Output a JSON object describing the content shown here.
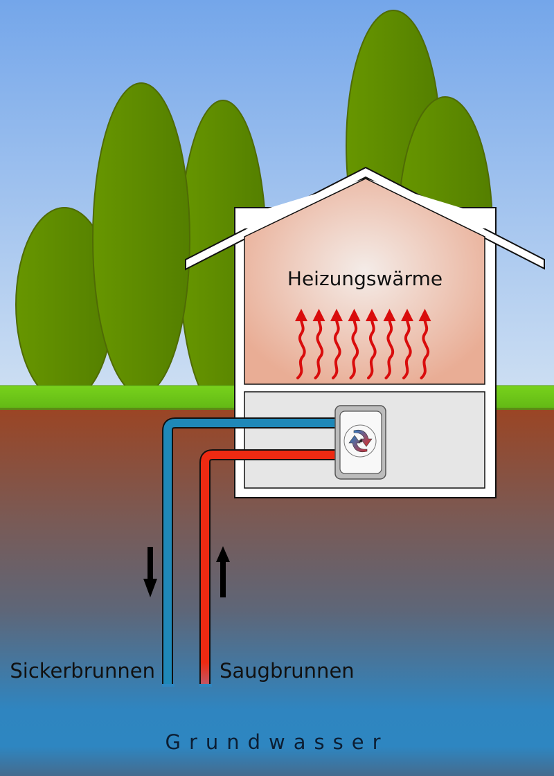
{
  "diagram": {
    "title": "Grundwasser-Wärmepumpe",
    "labels": {
      "heating": "Heizungswärme",
      "injection_well": "Sickerbrunnen",
      "extraction_well": "Saugbrunnen",
      "groundwater": "Grundwasser"
    },
    "flows": {
      "injection_well_direction": "down",
      "extraction_well_direction": "up"
    },
    "heat_arrow_count": 8,
    "components": {
      "heat_pump": "heat-pump-unit",
      "cold_pipe": "return-pipe-blue",
      "warm_pipe": "supply-pipe-red"
    },
    "colors": {
      "sky_top": "#74a6ea",
      "sky_bottom": "#c9ddf3",
      "grass": "#6fcc1c",
      "soil_top": "#9a4626",
      "soil_mid": "#6c6270",
      "water": "#2e86c1",
      "tree": "#5e8c00",
      "tree_outline": "#4f6b05",
      "pipe_cold": "#1f88b8",
      "pipe_warm": "#ee2a12",
      "heat_arrow": "#d90c0c",
      "room_warm": "#ecb29c",
      "room_cellar": "#e6e6e6",
      "wall": "#ffffff"
    }
  }
}
